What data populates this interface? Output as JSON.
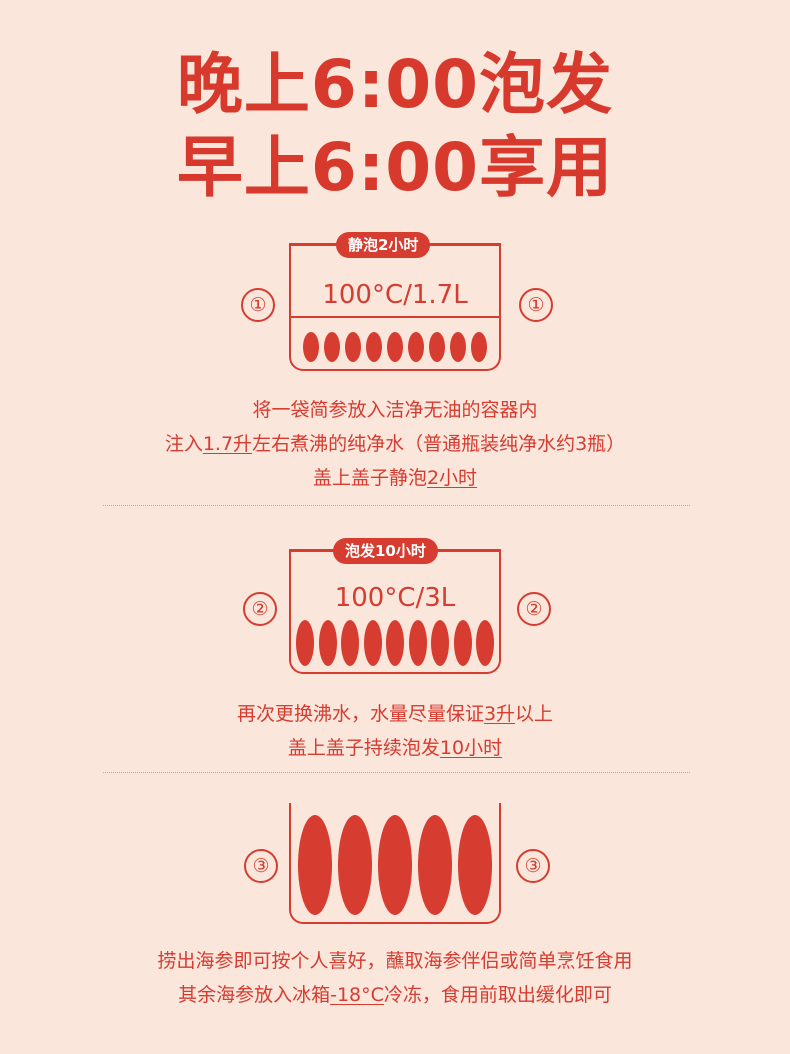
{
  "title": {
    "line1": "晚上6:00泡发",
    "line2": "早上6:00享用"
  },
  "steps": [
    {
      "number": "①",
      "badge": "静泡2小时",
      "temp": "100°C/1.7L",
      "desc": [
        {
          "parts": [
            {
              "t": "将一袋简参放入洁净无油的容器内"
            }
          ]
        },
        {
          "parts": [
            {
              "t": "注入"
            },
            {
              "t": "1.7升",
              "u": true
            },
            {
              "t": "左右煮沸的纯净水（普通瓶装纯净水约3瓶）"
            }
          ]
        },
        {
          "parts": [
            {
              "t": "盖上盖子静泡"
            },
            {
              "t": "2小时",
              "u": true
            }
          ]
        }
      ]
    },
    {
      "number": "②",
      "badge": "泡发10小时",
      "temp": "100°C/3L",
      "desc": [
        {
          "parts": [
            {
              "t": "再次更换沸水，水量尽量保证"
            },
            {
              "t": "3升",
              "u": true
            },
            {
              "t": "以上"
            }
          ]
        },
        {
          "parts": [
            {
              "t": "盖上盖子持续泡发"
            },
            {
              "t": "10小时",
              "u": true
            }
          ]
        }
      ]
    },
    {
      "number": "③",
      "desc": [
        {
          "parts": [
            {
              "t": "捞出海参即可按个人喜好，蘸取海参伴侣或简单烹饪食用"
            }
          ]
        },
        {
          "parts": [
            {
              "t": "其余海参放入冰箱"
            },
            {
              "t": "-18°C",
              "u": true
            },
            {
              "t": "冷冻，食用前取出缓化即可"
            }
          ]
        }
      ]
    }
  ],
  "colors": {
    "background": "#fbe6dc",
    "accent": "#d63c30"
  }
}
